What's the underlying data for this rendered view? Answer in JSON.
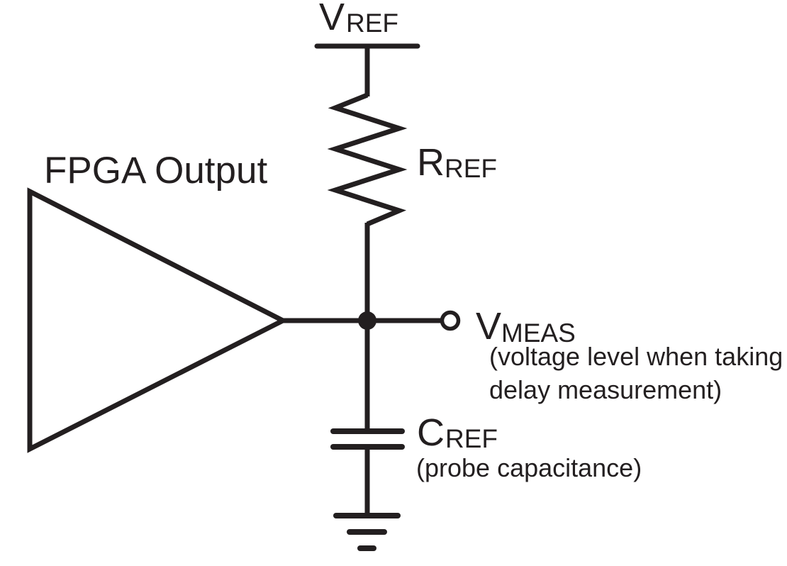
{
  "colors": {
    "ink": "#231f20",
    "background": "#ffffff"
  },
  "diagram": {
    "description": "FPGA output delay-measurement test load circuit",
    "source": {
      "label": "FPGA Output"
    },
    "supply": {
      "symbol_main": "V",
      "symbol_sub": "REF"
    },
    "resistor": {
      "symbol_main": "R",
      "symbol_sub": "REF"
    },
    "probe_node": {
      "symbol_main": "V",
      "symbol_sub": "MEAS",
      "note_line1": "(voltage level when taking",
      "note_line2": "delay measurement)"
    },
    "capacitor": {
      "symbol_main": "C",
      "symbol_sub": "REF",
      "note": "(probe capacitance)"
    }
  }
}
